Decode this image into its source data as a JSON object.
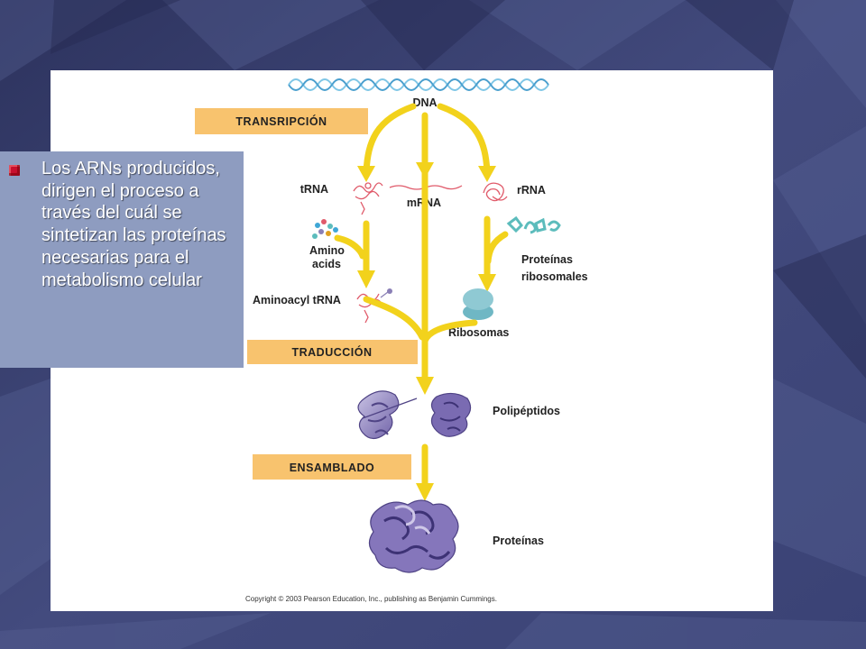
{
  "diagram": {
    "top_label": "DNA",
    "stages": {
      "transcription": "TRANSRIPCIÓN",
      "translation": "TRADUCCIÓN",
      "assembly": "ENSAMBLADO"
    },
    "labels": {
      "trna": "tRNA",
      "mrna": "mRNA",
      "rrna": "rRNA",
      "amino_line1": "Amino",
      "amino_line2": "acids",
      "aminoacyl_trna": "Aminoacyl tRNA",
      "ribosomal_proteins_line1": "Proteínas",
      "ribosomal_proteins_line2": "ribosomales",
      "ribosomes": "Ribosomas",
      "polypeptides": "Polipéptidos",
      "proteins": "Proteínas"
    },
    "copyright": "Copyright © 2003 Pearson Education, Inc., publishing as Benjamin Cummings."
  },
  "callout": {
    "text": "Los ARNs producidos, dirigen el proceso a través del cuál se sintetizan las proteínas necesarias para el metabolismo celular"
  },
  "colors": {
    "arrow": "#f2d21c",
    "stage_box": "#f8c36e",
    "callout_bg": "#8e9cc0",
    "bullet": "#c8102e",
    "dna": "#7fc6e6",
    "rna": "#e05a6a",
    "ribosomal_protein": "#5cbcbc",
    "ribosome": "#8fc9d3",
    "polypeptide": "#8a7fb6",
    "slide_bg": "#3d4677"
  }
}
